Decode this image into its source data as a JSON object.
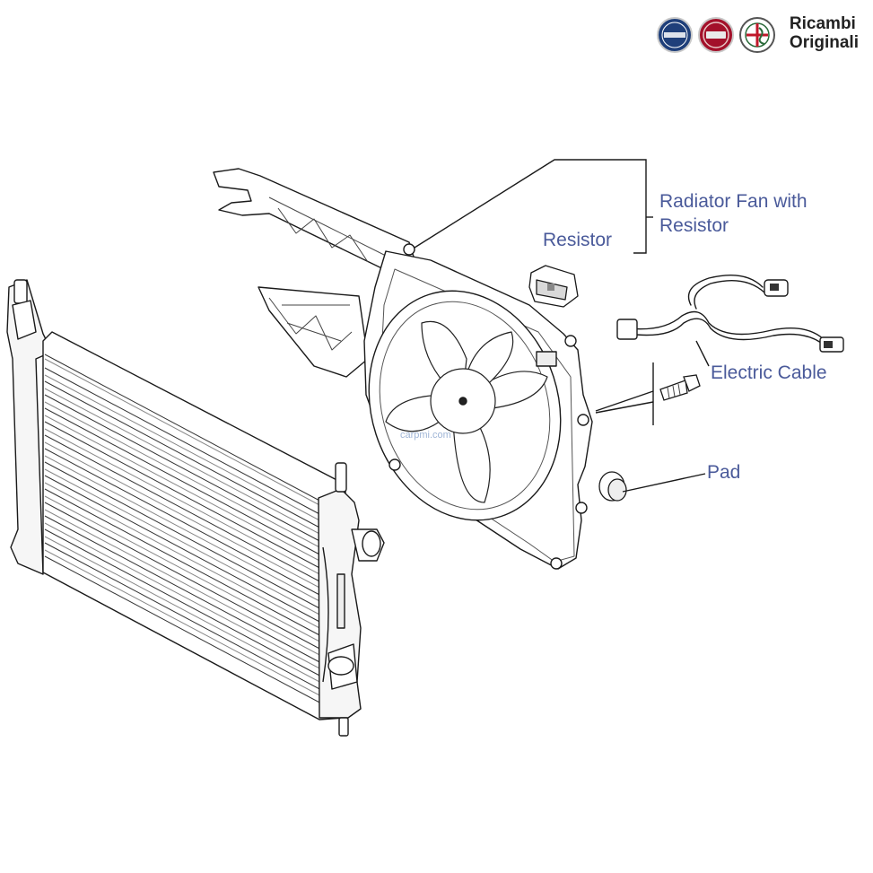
{
  "brand": {
    "line1": "Ricambi",
    "line2": "Originali",
    "logos": [
      "lancia-logo",
      "fiat-logo",
      "alfa-romeo-logo"
    ]
  },
  "watermark": "carpmi.com",
  "labels": {
    "radiator_fan_line1": "Radiator Fan with",
    "radiator_fan_line2": "Resistor",
    "resistor": "Resistor",
    "electric_cable": "Electric Cable",
    "pad": "Pad"
  },
  "colors": {
    "label": "#4a5a9a",
    "line": "#1a1a1a",
    "lancia_blue": "#1f3f7a",
    "fiat_red": "#a3102a"
  }
}
